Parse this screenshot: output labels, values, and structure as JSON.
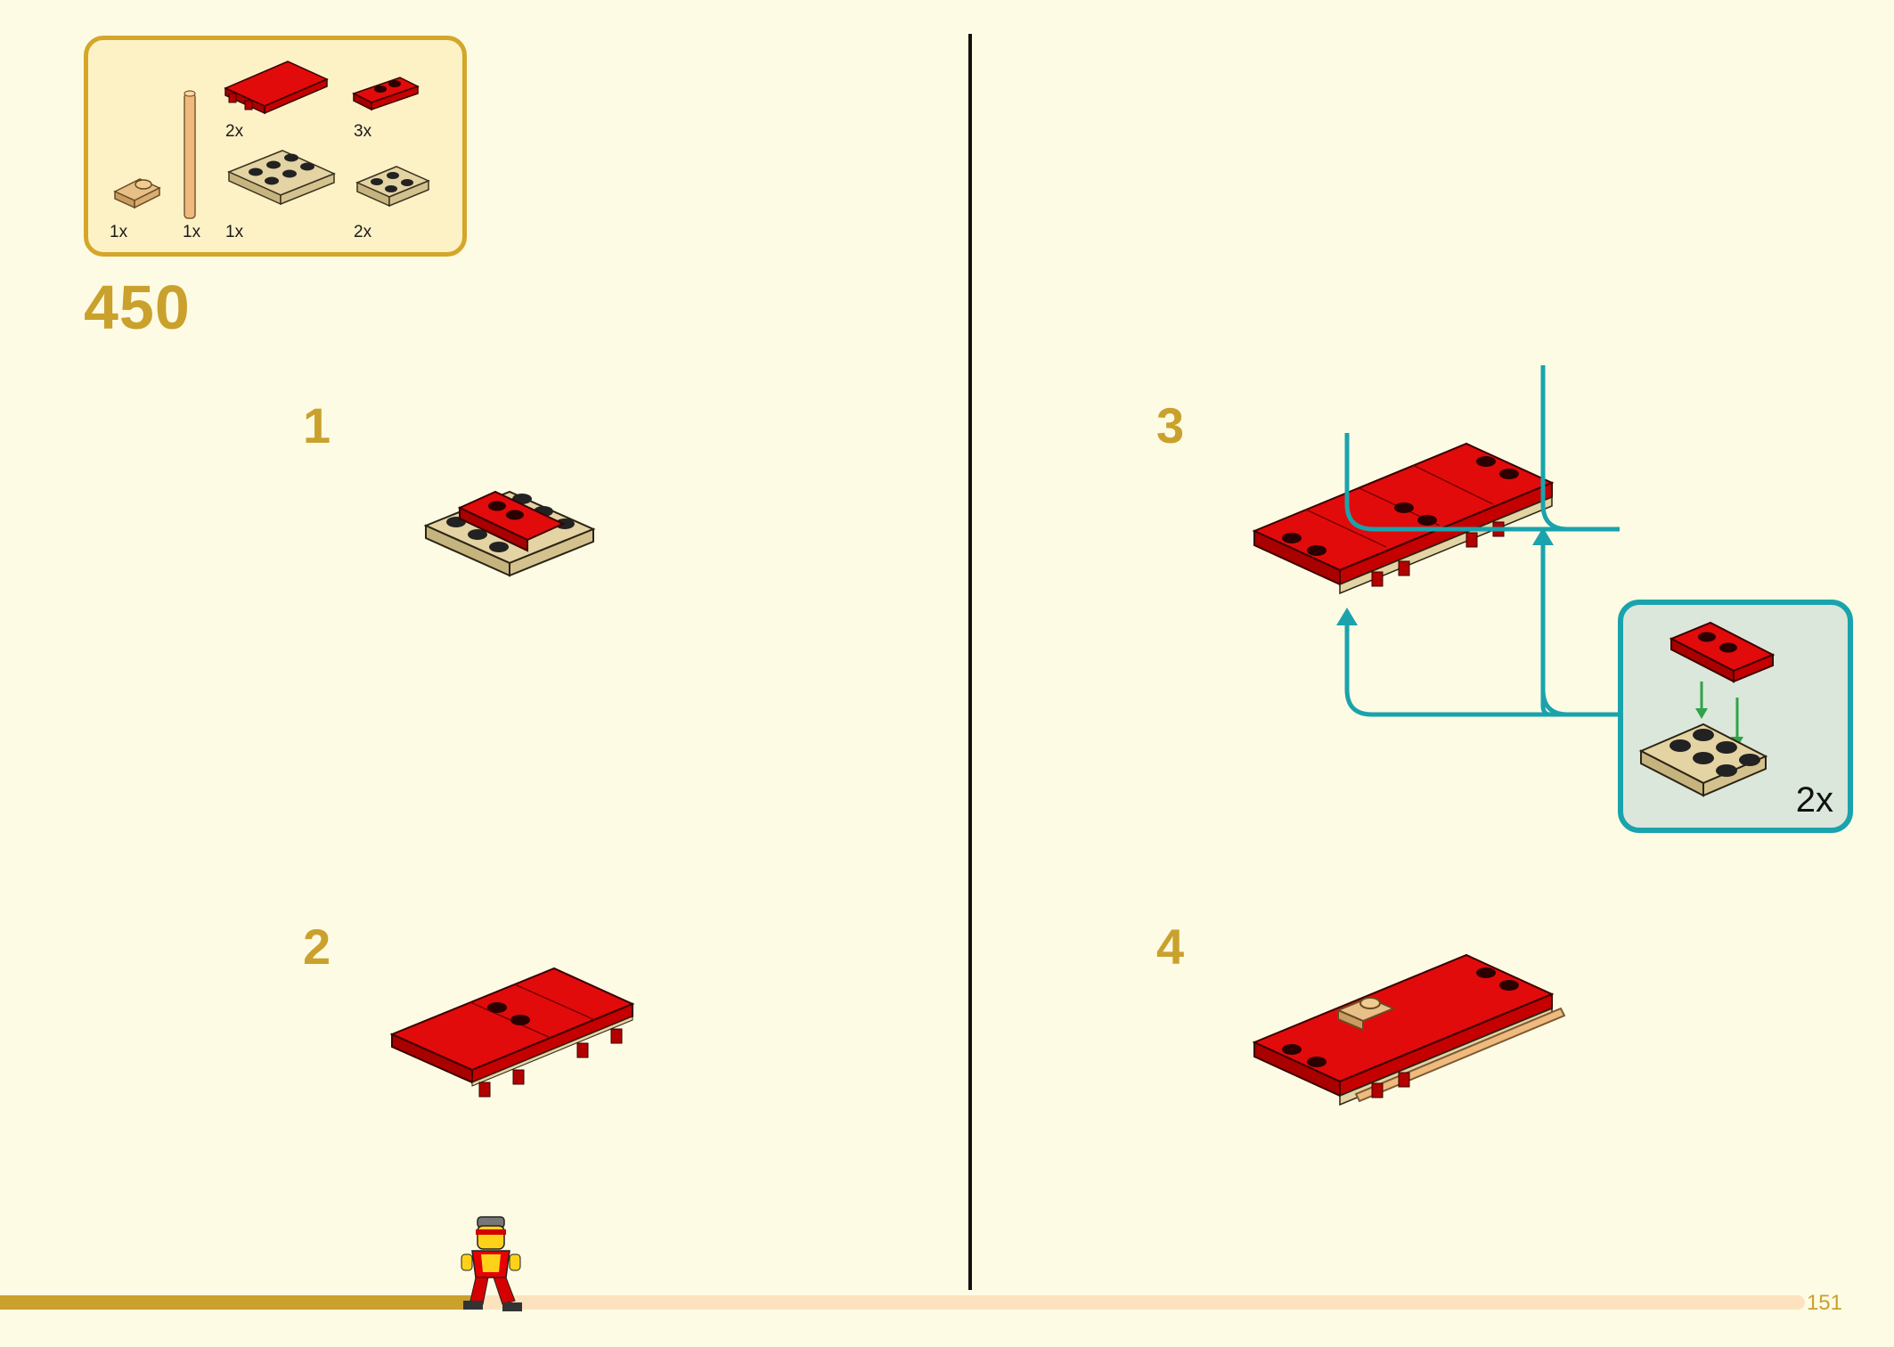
{
  "parts_list": {
    "items": [
      {
        "name": "tan clip plate",
        "qty": "1x"
      },
      {
        "name": "tan bar",
        "qty": "1x"
      },
      {
        "name": "red tile with clips",
        "qty": "2x"
      },
      {
        "name": "tan plate 2x3",
        "qty": "1x"
      },
      {
        "name": "red plate 1x2",
        "qty": "3x"
      },
      {
        "name": "tan plate 2x2",
        "qty": "2x"
      }
    ]
  },
  "section_number": "450",
  "steps": [
    {
      "number": "1"
    },
    {
      "number": "2"
    },
    {
      "number": "3"
    },
    {
      "number": "4"
    }
  ],
  "callout": {
    "qty": "2x"
  },
  "page_number": "151",
  "progress": {
    "fraction": 0.265
  },
  "colors": {
    "background": "#fefbe4",
    "accent_gold": "#c9a12c",
    "brick_red": "#d40000",
    "brick_tan": "#e4d3a3",
    "callout_teal": "#1aa3ad",
    "arrow_green": "#2fa34a"
  }
}
